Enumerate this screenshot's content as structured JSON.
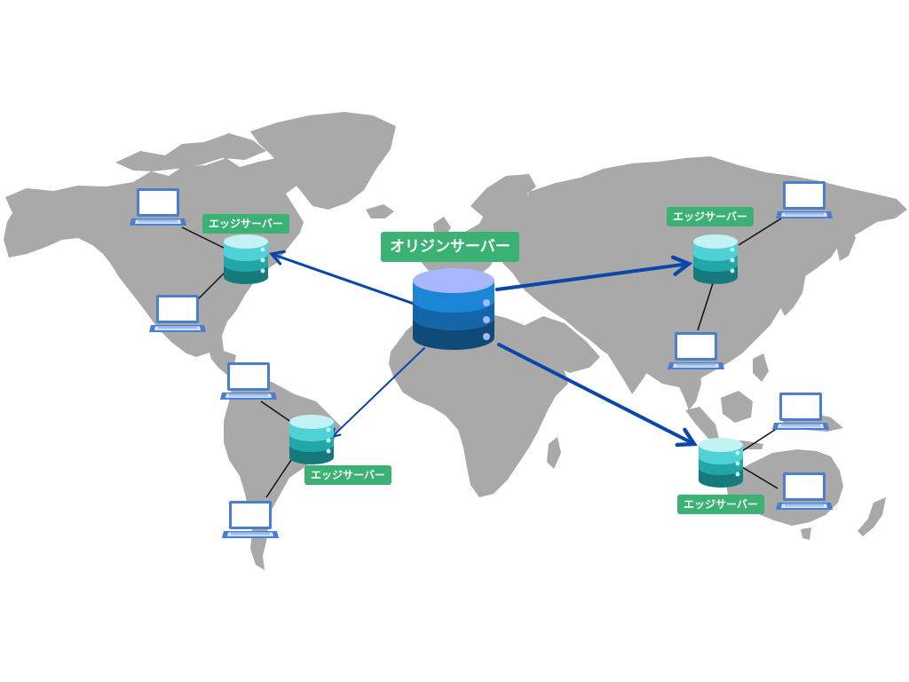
{
  "origin": {
    "label": "オリジンサーバー"
  },
  "edges": [
    {
      "id": "north-america",
      "label": "エッジサーバー"
    },
    {
      "id": "south-america",
      "label": "エッジサーバー"
    },
    {
      "id": "east-asia",
      "label": "エッジサーバー"
    },
    {
      "id": "oceania",
      "label": "エッジサーバー"
    }
  ],
  "colors": {
    "map": "#a9a9a9",
    "arrow": "#0b47a8",
    "label_bg": "#3bb273",
    "origin_db": [
      "#a8b8ff",
      "#1b86d6",
      "#1566a8",
      "#0f4a78"
    ],
    "edge_db": [
      "#c3f2f4",
      "#4fd1d6",
      "#22a6a8",
      "#167a7c"
    ],
    "laptop": "#4a7fd0"
  }
}
